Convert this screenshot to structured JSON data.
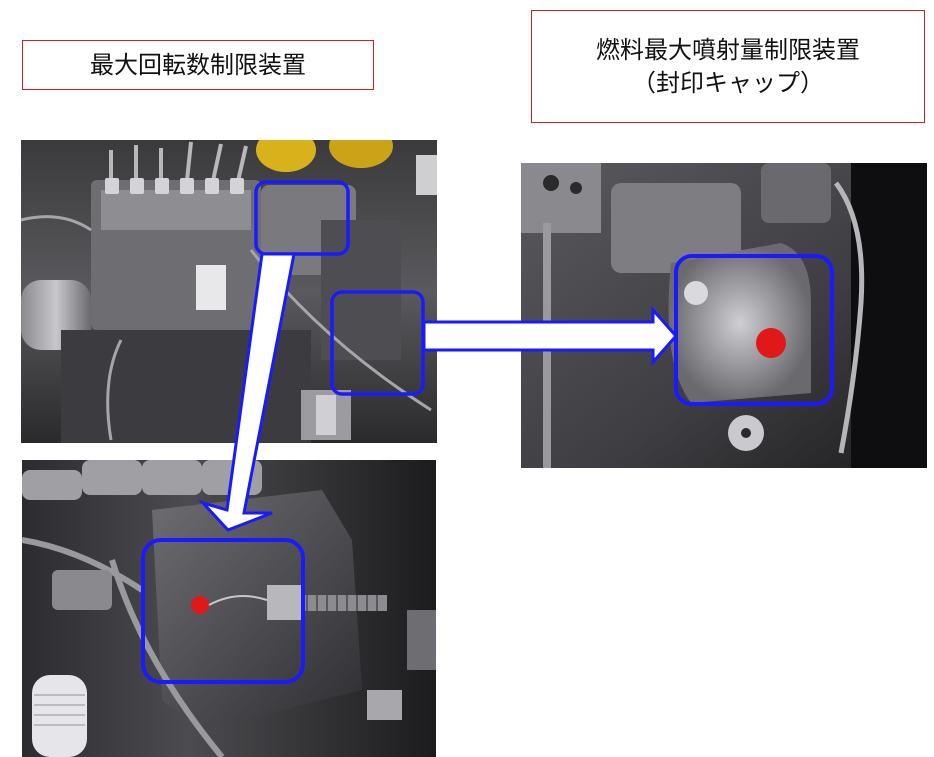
{
  "labels": {
    "max_speed_limiter": "最大回転数制限装置",
    "max_fuel_limiter_line1": "燃料最大噴射量制限装置",
    "max_fuel_limiter_line2": "（封印キャップ）"
  },
  "colors": {
    "label_border": "#d21f1f",
    "highlight": "#1a1aff",
    "seal_cap": "#e01818"
  }
}
